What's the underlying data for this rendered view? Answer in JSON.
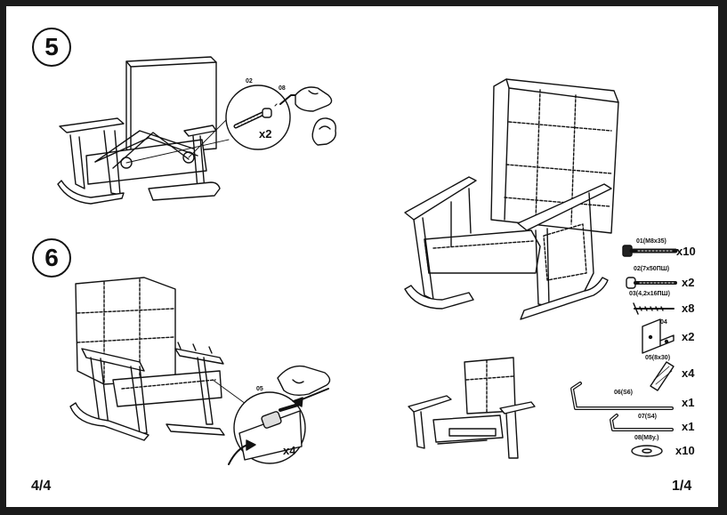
{
  "steps": {
    "step5": {
      "number": "5",
      "part_a": "02",
      "part_b": "08",
      "qty": "x2"
    },
    "step6": {
      "number": "6",
      "part": "05",
      "qty": "x4"
    }
  },
  "pages": {
    "left": "4/4",
    "right": "1/4"
  },
  "parts": [
    {
      "code": "01(M8x35)",
      "qty": "x10",
      "icon": "bolt-icon"
    },
    {
      "code": "02(7x50ПШ)",
      "qty": "x2",
      "icon": "confirmat-screw-icon"
    },
    {
      "code": "03(4,2x16ПШ)",
      "qty": "x8",
      "icon": "wood-screw-icon"
    },
    {
      "code": "04",
      "qty": "x2",
      "icon": "corner-bracket-icon"
    },
    {
      "code": "05(8x30)",
      "qty": "x4",
      "icon": "dowel-icon"
    },
    {
      "code": "06(S6)",
      "qty": "x1",
      "icon": "hex-key-icon"
    },
    {
      "code": "07(S4)",
      "qty": "x1",
      "icon": "hex-key-icon"
    },
    {
      "code": "08(M8у.)",
      "qty": "x10",
      "icon": "washer-icon"
    }
  ]
}
